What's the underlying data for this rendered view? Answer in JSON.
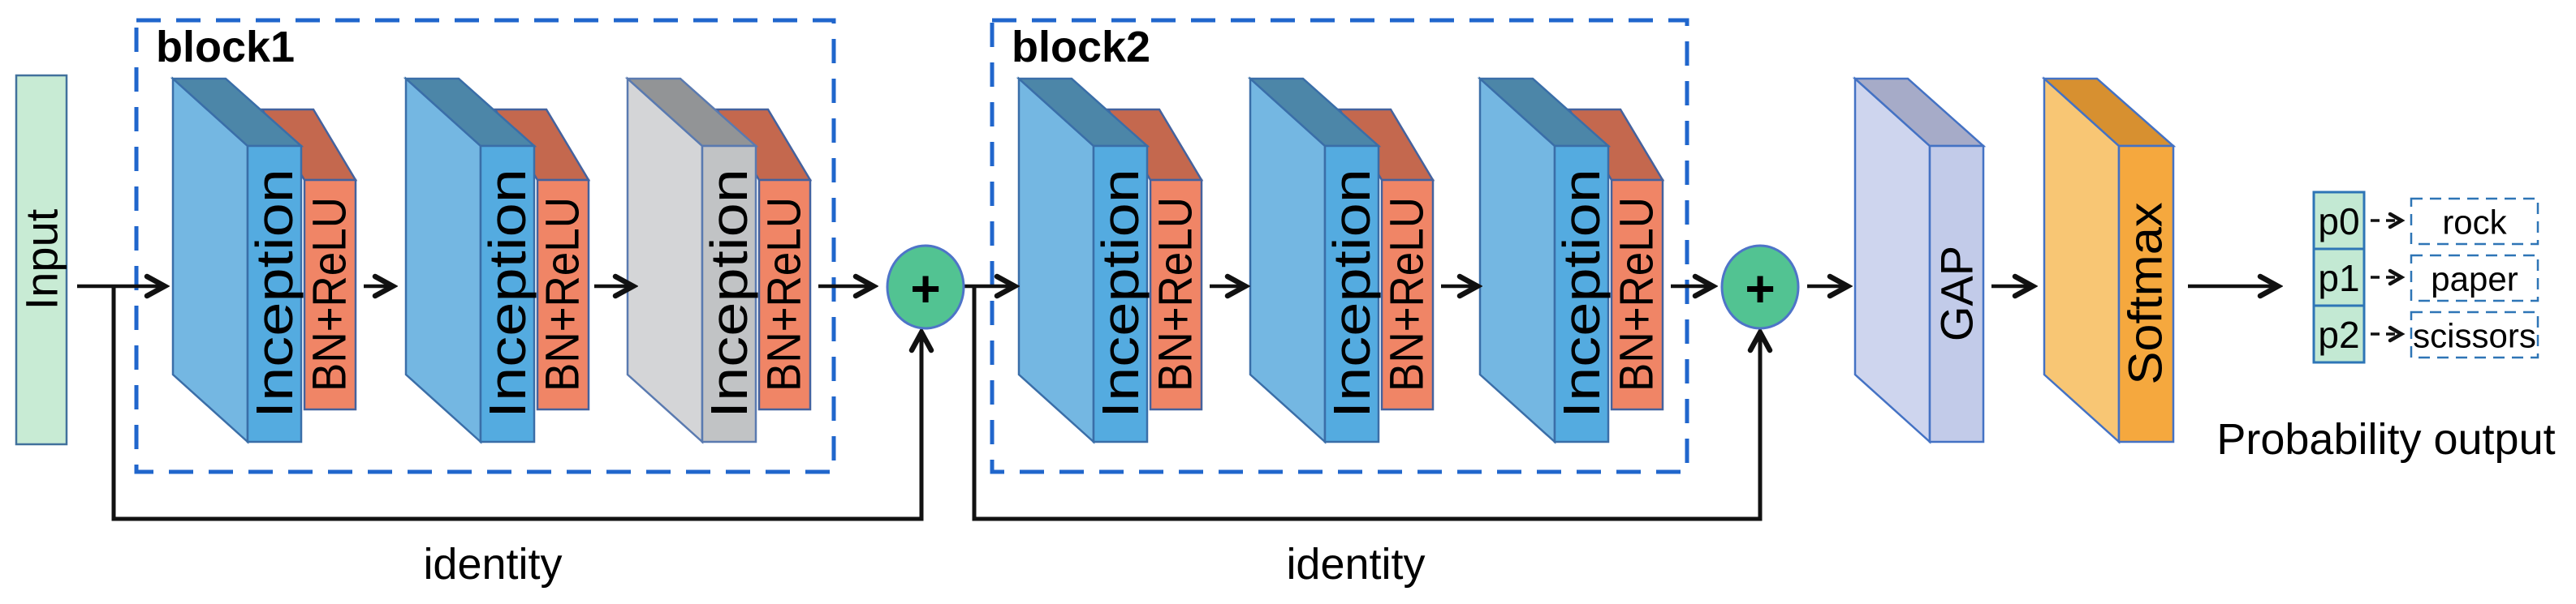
{
  "figure": {
    "input_label": "Input",
    "block1": {
      "label": "block1",
      "layer1": {
        "conv": "Inception",
        "bn": "BN+ReLU"
      },
      "layer2": {
        "conv": "Inception",
        "bn": "BN+ReLU"
      },
      "layer3": {
        "conv": "Inception",
        "bn": "BN+ReLU"
      }
    },
    "block2": {
      "label": "block2",
      "layer1": {
        "conv": "Inception",
        "bn": "BN+ReLU"
      },
      "layer2": {
        "conv": "Inception",
        "bn": "BN+ReLU"
      },
      "layer3": {
        "conv": "Inception",
        "bn": "BN+ReLU"
      }
    },
    "add_symbol_1": "+",
    "add_symbol_2": "+",
    "identity_label_1": "identity",
    "identity_label_2": "identity",
    "gap_label": "GAP",
    "softmax_label": "Softmax",
    "outputs": {
      "p0": "p0",
      "p1": "p1",
      "p2": "p2",
      "class0": "rock",
      "class1": "paper",
      "class2": "scissors"
    },
    "probability_caption": "Probability output",
    "colors": {
      "input_fill": "#C8EBD4",
      "inception_front": "#54ABE0",
      "inception_side": "#74B7E2",
      "inception_top": "#4C86A8",
      "inception_gray_front": "#C1C3C5",
      "bn_relu_front": "#F08566",
      "bn_relu_top": "#C4684E",
      "block_border": "#2066CC",
      "add_node_fill": "#52C392",
      "gap_front": "#C2CBE9",
      "softmax_front": "#F5A83E",
      "prob_cell_fill": "#C3E9D3",
      "output_border": "#2E75B6",
      "line_color": "#111111"
    }
  }
}
